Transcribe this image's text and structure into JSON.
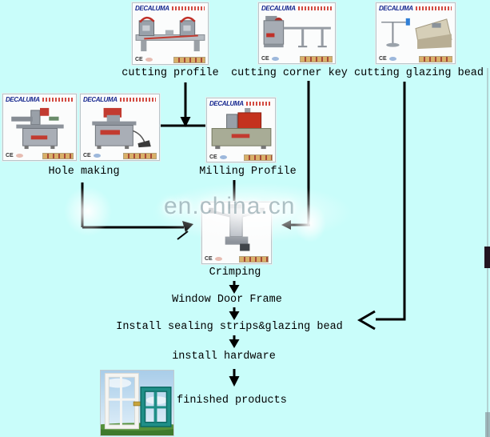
{
  "canvas": {
    "background": "#c9fdfa",
    "line_color": "#000000"
  },
  "watermark": {
    "text": "en.china.cn"
  },
  "card": {
    "brand": "DECALUMA",
    "ce_mark": "CE"
  },
  "steps": {
    "cutting_profile": "cutting profile",
    "cutting_corner_key": "cutting corner key",
    "cutting_glazing_bead": "cutting glazing bead",
    "hole_making": "Hole making",
    "milling_profile": "Milling Profile",
    "crimping": "Crimping",
    "window_door_frame": "Window Door Frame",
    "install_sealing": "Install sealing strips&glazing bead",
    "install_hardware": "install hardware",
    "finished_products": "finished products"
  }
}
